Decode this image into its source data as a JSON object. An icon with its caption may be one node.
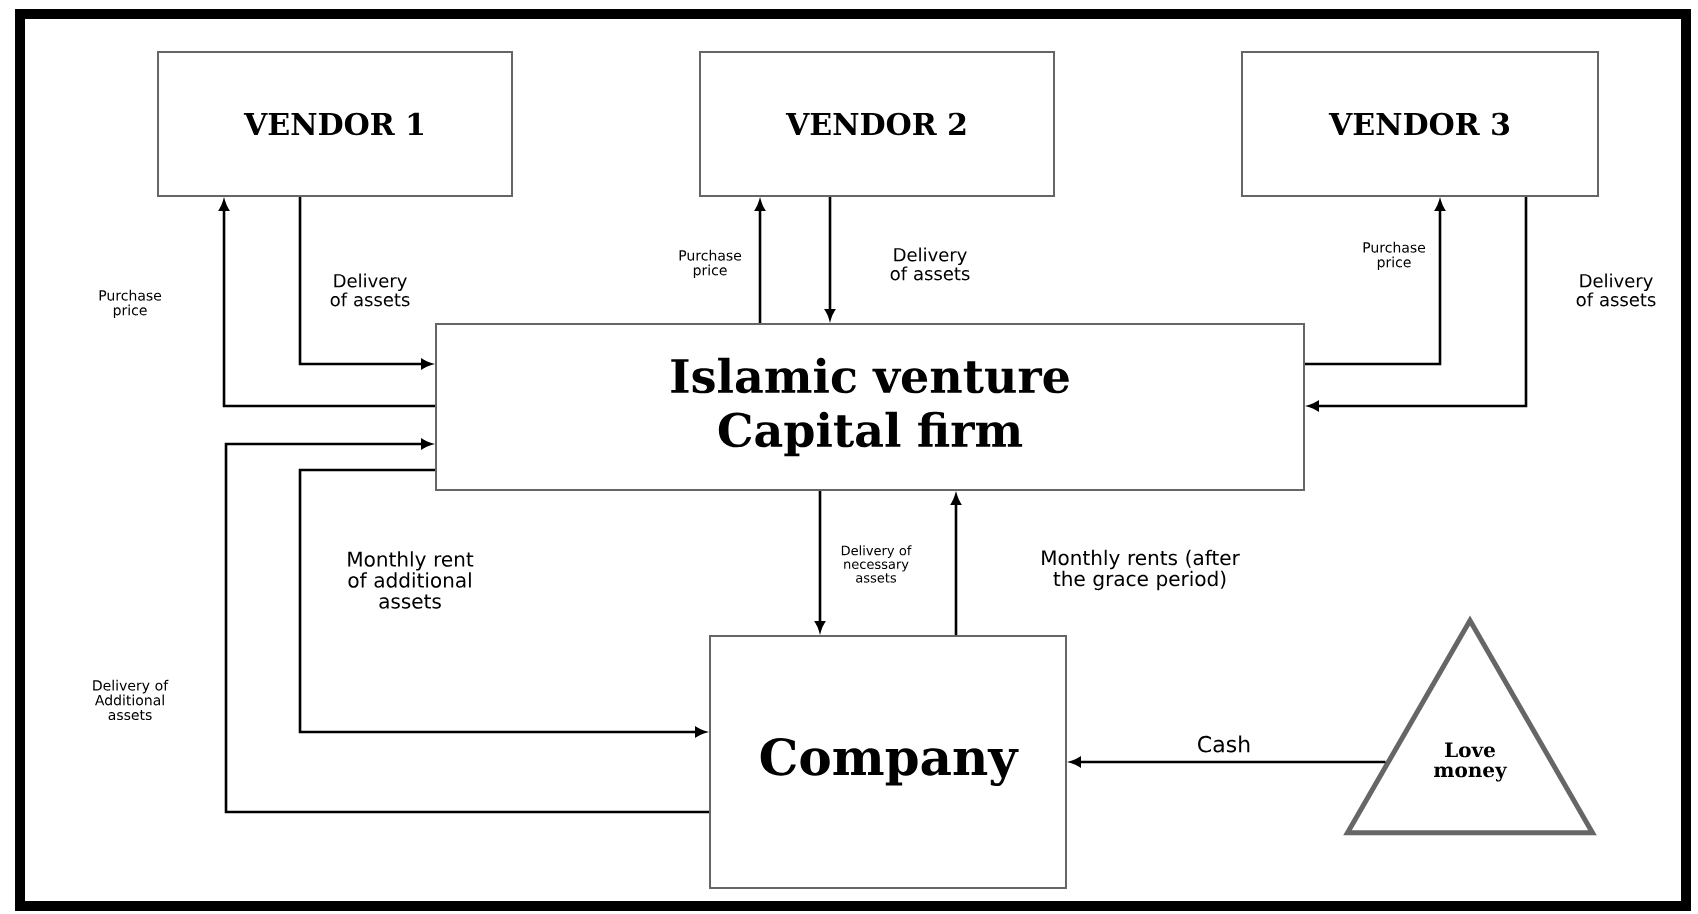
{
  "diagram": {
    "nodes": [
      {
        "text": [
          "VENDOR 1"
        ]
      },
      {
        "text": [
          "VENDOR 2"
        ]
      },
      {
        "text": [
          "VENDOR 3"
        ]
      },
      {
        "text": [
          "Islamic venture Capital firm"
        ]
      },
      {
        "text": [
          "Company"
        ]
      },
      {
        "text": [
          "Love money"
        ]
      }
    ],
    "edges": [
      {
        "from": 3,
        "to": 0,
        "arrow": "to",
        "label": "Purchase price"
      },
      {
        "from": 0,
        "to": 3,
        "arrow": "to",
        "label": "Delivery of assets"
      },
      {
        "from": 3,
        "to": 1,
        "arrow": "to",
        "label": "Purchase price"
      },
      {
        "from": 1,
        "to": 3,
        "arrow": "to",
        "label": "Delivery of assets"
      },
      {
        "from": 3,
        "to": 2,
        "arrow": "to",
        "label": "Purchase price"
      },
      {
        "from": 2,
        "to": 3,
        "arrow": "to",
        "label": "Delivery of assets"
      },
      {
        "from": 4,
        "to": 3,
        "arrow": "to",
        "label": "Delivery of Additional assets"
      },
      {
        "from": 3,
        "to": 4,
        "arrow": "to",
        "label": "Monthly rent of additional assets"
      },
      {
        "from": 3,
        "to": 4,
        "arrow": "to",
        "label": "Delivery of necessary assets"
      },
      {
        "from": 4,
        "to": 3,
        "arrow": "to",
        "label": "Monthly rents (after the grace period)"
      },
      {
        "from": 5,
        "to": 4,
        "arrow": "to",
        "label": "Cash"
      }
    ]
  }
}
